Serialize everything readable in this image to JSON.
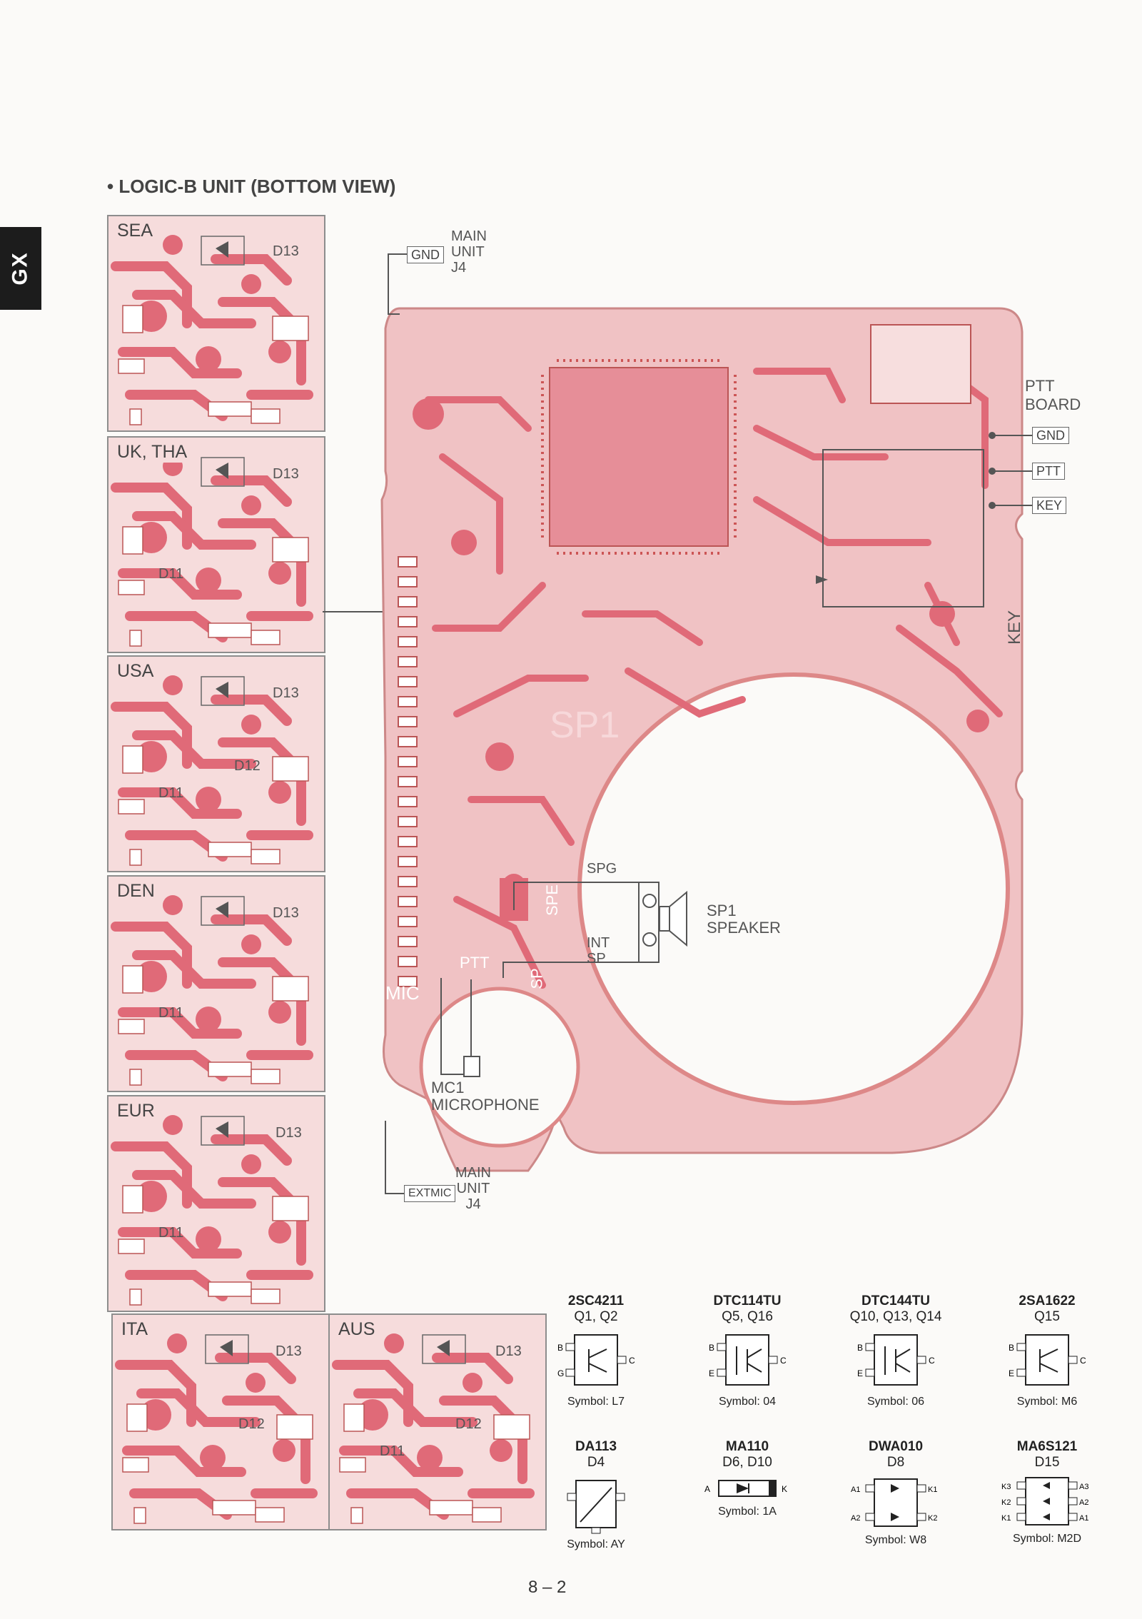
{
  "side_tab": "GX",
  "title": "• LOGIC-B UNIT (BOTTOM VIEW)",
  "variants": [
    {
      "label": "SEA",
      "parts": [
        "D13"
      ]
    },
    {
      "label": "UK, THA",
      "parts": [
        "D13",
        "D11"
      ]
    },
    {
      "label": "USA",
      "parts": [
        "D13",
        "D12",
        "D11"
      ]
    },
    {
      "label": "DEN",
      "parts": [
        "D13",
        "D11"
      ]
    },
    {
      "label": "EUR",
      "parts": [
        "D13",
        "D11"
      ]
    },
    {
      "label": "ITA",
      "parts": [
        "D13",
        "D12"
      ]
    },
    {
      "label": "AUS",
      "parts": [
        "D13",
        "D12",
        "D11"
      ]
    }
  ],
  "board": {
    "main_top": "MAIN\nUNIT\nJ4",
    "main_bottom": "MAIN\nUNIT\nJ4",
    "gnd_box": "GND",
    "extmic_box": "EXTMIC",
    "ptt_board": "PTT\nBOARD",
    "pins": [
      "GND",
      "PTT",
      "KEY"
    ],
    "key": "KEY",
    "sp1": "SP1",
    "spg": "SPG",
    "int_sp": "INT\nSP",
    "speaker": "SP1\nSPEAKER",
    "microphone": "MC1\nMICROPHONE",
    "mic": "MIC",
    "ptt": "PTT",
    "spe": "SPE",
    "sp": "SP"
  },
  "components": [
    {
      "part": "2SC4211",
      "designator": "Q1, Q2",
      "symbol": "Symbol: L7",
      "pins": [
        "B",
        "G",
        "C"
      ]
    },
    {
      "part": "DTC114TU",
      "designator": "Q5, Q16",
      "symbol": "Symbol: 04",
      "pins": [
        "B",
        "E",
        "C"
      ]
    },
    {
      "part": "DTC144TU",
      "designator": "Q10, Q13, Q14",
      "symbol": "Symbol: 06",
      "pins": [
        "B",
        "E",
        "C"
      ]
    },
    {
      "part": "2SA1622",
      "designator": "Q15",
      "symbol": "Symbol: M6",
      "pins": [
        "B",
        "E",
        "C"
      ]
    },
    {
      "part": "DA113",
      "designator": "D4",
      "symbol": "Symbol: AY",
      "pins": []
    },
    {
      "part": "MA110",
      "designator": "D6, D10",
      "symbol": "Symbol: 1A",
      "pins": [
        "A",
        "K"
      ]
    },
    {
      "part": "DWA010",
      "designator": "D8",
      "symbol": "Symbol: W8",
      "pins": [
        "A1",
        "K1",
        "A2",
        "K2"
      ]
    },
    {
      "part": "MA6S121",
      "designator": "D15",
      "symbol": "Symbol: M2D",
      "pins": [
        "K3",
        "A3",
        "K2",
        "A2",
        "K1",
        "A1"
      ]
    }
  ],
  "page_number": "8 – 2",
  "colors": {
    "pcb": "#f0c2c4",
    "trace": "#e06a78",
    "frame": "#8d8d8d"
  }
}
